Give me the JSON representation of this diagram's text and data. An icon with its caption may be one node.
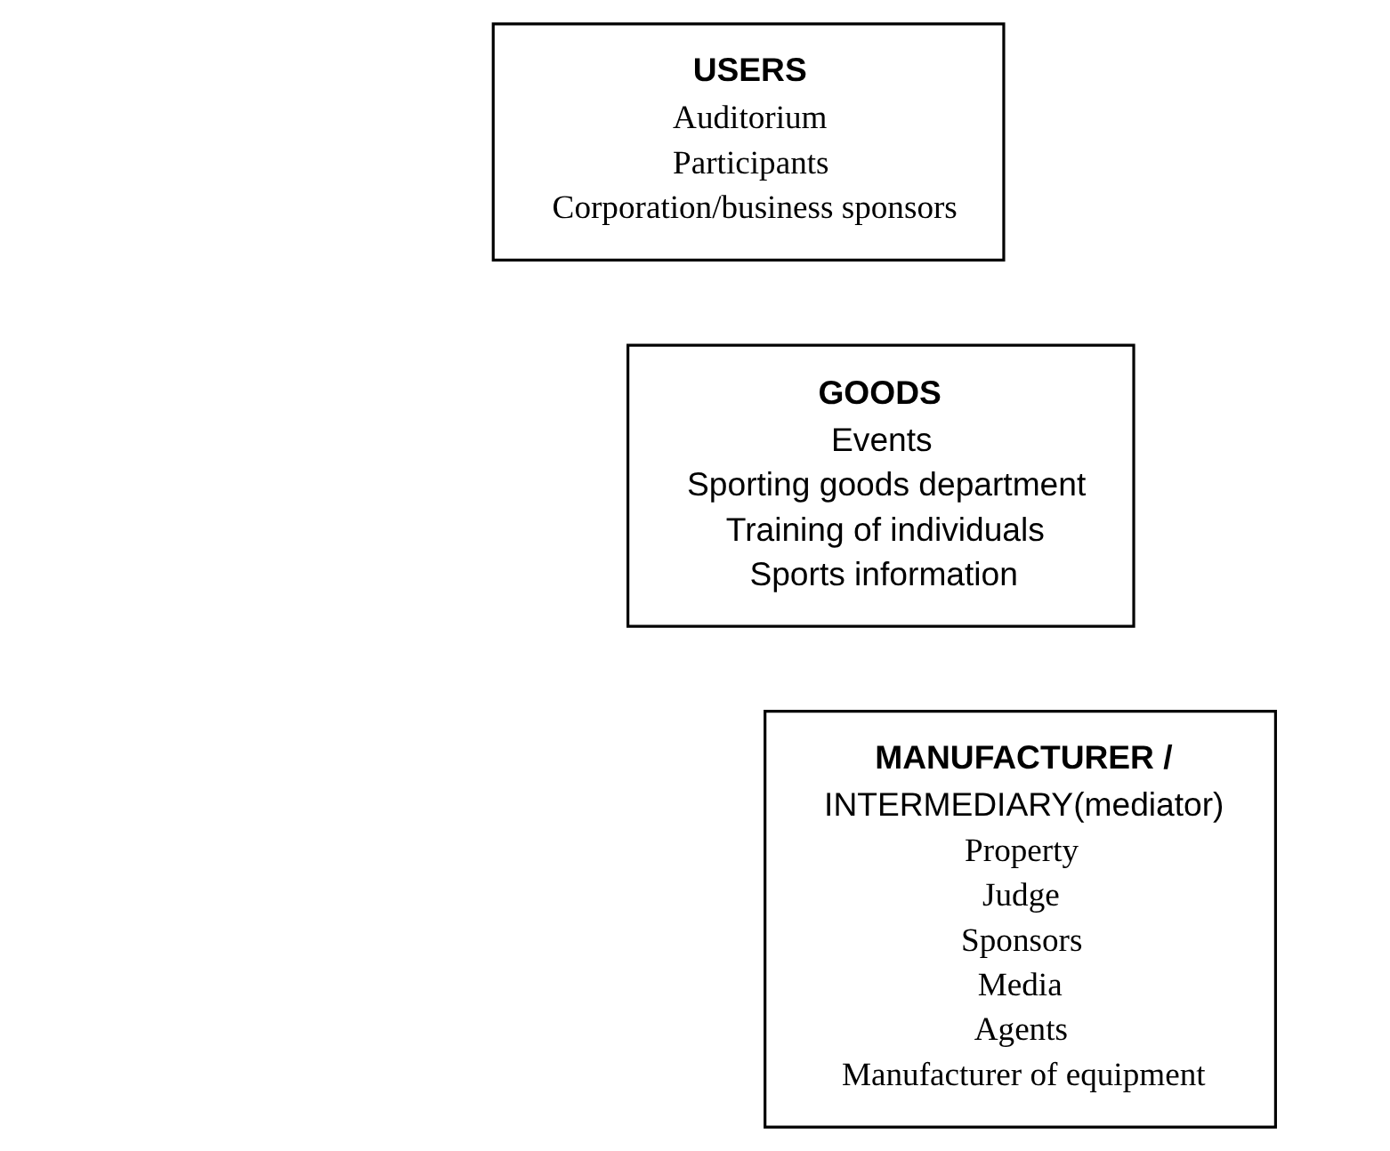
{
  "diagram": {
    "nodes": [
      {
        "text": [
          "USERS",
          "Auditorium",
          "Participants",
          "Corporation/business sponsors"
        ]
      },
      {
        "text": [
          "GOODS",
          "Events",
          "Sporting goods department",
          "Training of individuals",
          "Sports information"
        ]
      },
      {
        "text": [
          "MANUFACTURER /",
          "INTERMEDIARY(mediator)",
          "Property",
          "Judge",
          "Sponsors",
          "Media",
          "Agents",
          "Manufacturer of equipment"
        ]
      }
    ],
    "edges": []
  }
}
